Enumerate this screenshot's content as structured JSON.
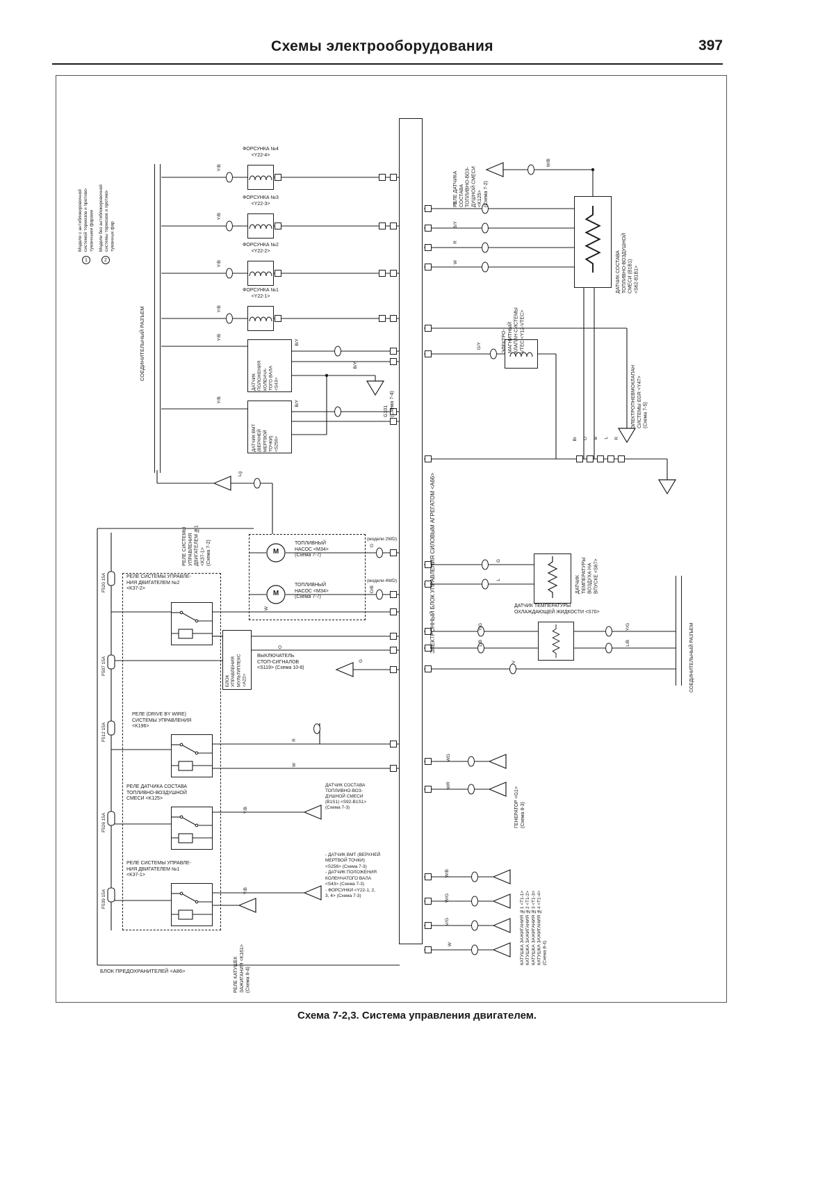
{
  "page": {
    "header_title": "Схемы электрооборудования",
    "page_number": "397",
    "caption": "Схема 7-2,3. Система управления двигателем."
  },
  "legend": {
    "marker1": "1",
    "marker2": "2",
    "note1": "Модели с антиблокировочной\nсистемой тормозов и противо-\nтуманными фарами",
    "note2": "Модели без антиблокировочной\nсистемы тормозов и противо-\nтуманных фар"
  },
  "buses": {
    "left_connector": "СОЕДИНИТЕЛЬНЫЙ РАЗЪЕМ",
    "right_connector": "СОЕДИНИТЕЛЬНЫЙ РАЗЪЕМ",
    "ecu": "ЭЛЕКТРОННЫЙ БЛОК УПРАВЛЕНИЯ СИЛОВЫМ АГРЕГАТОМ <А66>",
    "fuse_box": "БЛОК ПРЕДОХРАНИТЕЛЕЙ <А86>"
  },
  "fuses": [
    "F520 15A",
    "F507 15A",
    "F512 15A",
    "F526 15A",
    "F539 15A"
  ],
  "components": {
    "injector4": "ФОРСУНКА №4\n<Y22-4>",
    "injector3": "ФОРСУНКА №3\n<Y22-3>",
    "injector2": "ФОРСУНКА №2\n<Y22-2>",
    "injector1": "ФОРСУНКА №1\n<Y22-1>",
    "crank_sensor": "ДАТЧИК\nПОЛОЖЕНИЯ\nКОЛЕНЧА-\nТОГО ВАЛА\n<S43>",
    "tdc_sensor": "ДАТЧИК ВМТ\n(ВЕРХНЕЙ\nМЕРТВОЙ\nТОЧКИ)\n<S256>",
    "g101": "G101\n(Схема 7-4)",
    "relay_engine1_ref": "РЕЛЕ СИСТЕМЫ\nУПРАВЛЕНИЯ\nДВИГАТЕЛЕМ №1\n<K37-1>\n(Схема 7-2)",
    "afr_relay_ref": "РЕЛЕ ДАТЧИКА\nСОСТАВА\nТОПЛИВНО-ВОЗ-\nДУШНОЙ СМЕСИ\n<K125>\n(Схема 7-2)",
    "afr_sensor": "ДАТЧИК СОСТАВА\nТОПЛИВНО-ВОЗДУШНОЙ\nСМЕСИ (В1В1)\n<S62-В1В1>",
    "vtec_valve": "ЭЛЕКТРО-\nМАГНИТНЫЙ\nКЛАПАН СИСТЕМЫ\nVTEC <Y12-VTEC>",
    "egr_valve": "ЭЛЕКТРОПНЕВМОКЛАПАН\nСИСТЕМЫ EGR <Y47>\n(Схема 7-5)",
    "fuel_pump_label": "ТОПЛИВНЫЙ\nНАСОС <М34>\n(Схема 7-7)",
    "fuel_pump_2wd": "(модели 2WD)",
    "fuel_pump_4wd": "(модели 4WD)",
    "fuel_pump_symbol": "M",
    "relay_engine2": "РЕЛЕ СИСТЕМЫ УПРАВЛЕ-\nНИЯ ДВИГАТЕЛЕМ №2\n<K37-2>",
    "multiplex_unit": "БЛОК\nУПРАВЛЕНИЯ\nМУЛЬТИПЛЕКС\n<А22>",
    "stop_switch": "ВЫКЛЮЧАТЕЛЬ\nСТОП-СИГНАЛОВ\n<S119> (Схема 10-8)",
    "dbw_relay": "РЕЛЕ (DRIVE BY WIRE)\nСИСТЕМЫ УПРАВЛЕНИЯ\n<K196>",
    "afr_relay": "РЕЛЕ ДАТЧИКА СОСТАВА\nТОПЛИВНО-ВОЗДУШНОЙ\nСМЕСИ <K125>",
    "relay_engine1": "РЕЛЕ СИСТЕМЫ УПРАВЛЕ-\nНИЯ ДВИГАТЕЛЕМ №1\n<K37-1>",
    "afr_sensor_ref": "ДАТЧИК СОСТАВА\nТОПЛИВНО-ВОЗ-\nДУШНОЙ СМЕСИ\n(В1S1) <S92-В1S1>\n(Схема 7-3)",
    "multi_ref": "- ДАТЧИК ВМТ (ВЕРХНЕЙ\nМЕРТВОЙ ТОЧКИ)\n<S256> (Схема 7-3)\n- ДАТЧИК ПОЛОЖЕНИЯ\nКОЛЕНЧАТОГО ВАЛА\n<S43> (Схема 7-3)\n- ФОРСУНКИ <Y22-1, 2,\n3, 4> (Схема 7-3)",
    "ign_coil_relay": "РЕЛЕ КАТУШЕК\nЗАЖИГАНИЯ <K161>\n(Схема 8-4)",
    "iat_sensor": "ДАТЧИК\nТЕМПЕРАТУРЫ\nВОЗДУХА НА\nВПУСКЕ <S67>",
    "coolant_sensor": "ДАТЧИК ТЕМПЕРАТУРЫ\nОХЛАЖДАЮЩЕЙ ЖИДКОСТИ <S70>",
    "generator": "ГЕНЕРАТОР <G1>\n(Схема 8-3)",
    "ign_coils": "КАТУШКА ЗАЖИГАНИЯ №1 <Т1-1>\nКАТУШКА ЗАЖИГАНИЯ №2 <Т1-2>\nКАТУШКА ЗАЖИГАНИЯ №3 <Т1-3>\nКАТУШКА ЗАЖИГАНИЯ №4 <Т1-4>\n(Схема 8-4)"
  },
  "wire_labels": [
    "Y/B",
    "Y/B",
    "Y/B",
    "Y/B",
    "Y/B",
    "Y/B",
    "B/Y",
    "B/Y",
    "B/Y",
    "Lg",
    "W/B",
    "G",
    "B/Y",
    "R",
    "W",
    "G/Y",
    "Br",
    "O",
    "B",
    "L",
    "R",
    "G",
    "L",
    "Y/G",
    "L/B",
    "Y/G",
    "L/B",
    "V",
    "WG",
    "WR",
    "W/B",
    "W/G",
    "V/G",
    "W",
    "O",
    "O/B",
    "W",
    "O",
    "G",
    "R",
    "W",
    "Y/B",
    "Y/B"
  ]
}
